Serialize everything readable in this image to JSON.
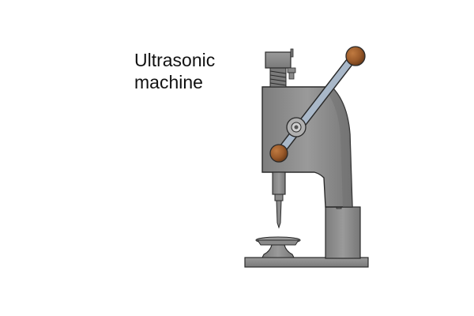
{
  "caption": {
    "line1": "Ultrasonic",
    "line2": "machine"
  },
  "colors": {
    "body_metal": "#8c8c8c",
    "body_shadow": "#6e6e6e",
    "outline": "#2a2a2a",
    "lever_rod": "#a9b8c9",
    "knob": "#9a5a2a",
    "spring": "#7a7a7a"
  },
  "parts": [
    "top-housing",
    "spring",
    "frame",
    "lever-handle",
    "pivot-hub",
    "upper-knob",
    "lower-knob",
    "tool-holder",
    "horn-tip",
    "anvil",
    "base-plate",
    "column-foot"
  ]
}
